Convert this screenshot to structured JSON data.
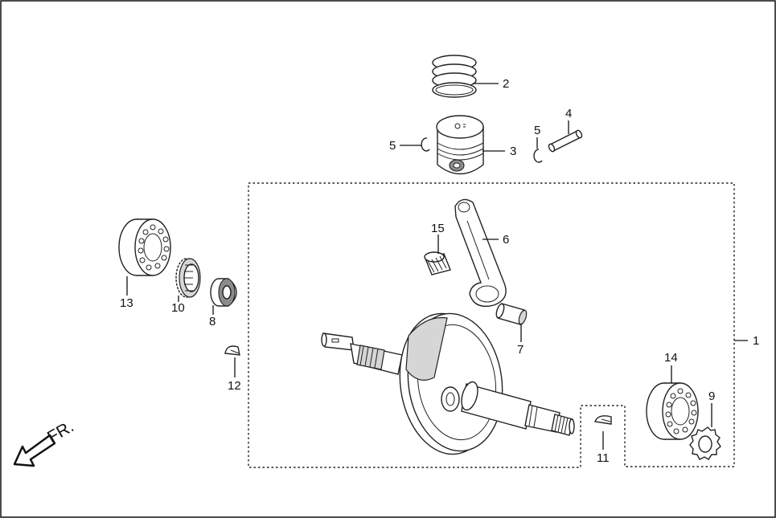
{
  "diagram": {
    "direction_label": "FR.",
    "callouts": [
      {
        "id": "callout-1",
        "text": "1"
      },
      {
        "id": "callout-2",
        "text": "2"
      },
      {
        "id": "callout-3",
        "text": "3"
      },
      {
        "id": "callout-4",
        "text": "4"
      },
      {
        "id": "callout-5a",
        "text": "5"
      },
      {
        "id": "callout-5b",
        "text": "5"
      },
      {
        "id": "callout-6",
        "text": "6"
      },
      {
        "id": "callout-7",
        "text": "7"
      },
      {
        "id": "callout-8",
        "text": "8"
      },
      {
        "id": "callout-9",
        "text": "9"
      },
      {
        "id": "callout-10",
        "text": "10"
      },
      {
        "id": "callout-11",
        "text": "11"
      },
      {
        "id": "callout-12",
        "text": "12"
      },
      {
        "id": "callout-13",
        "text": "13"
      },
      {
        "id": "callout-14",
        "text": "14"
      },
      {
        "id": "callout-15",
        "text": "15"
      }
    ]
  }
}
